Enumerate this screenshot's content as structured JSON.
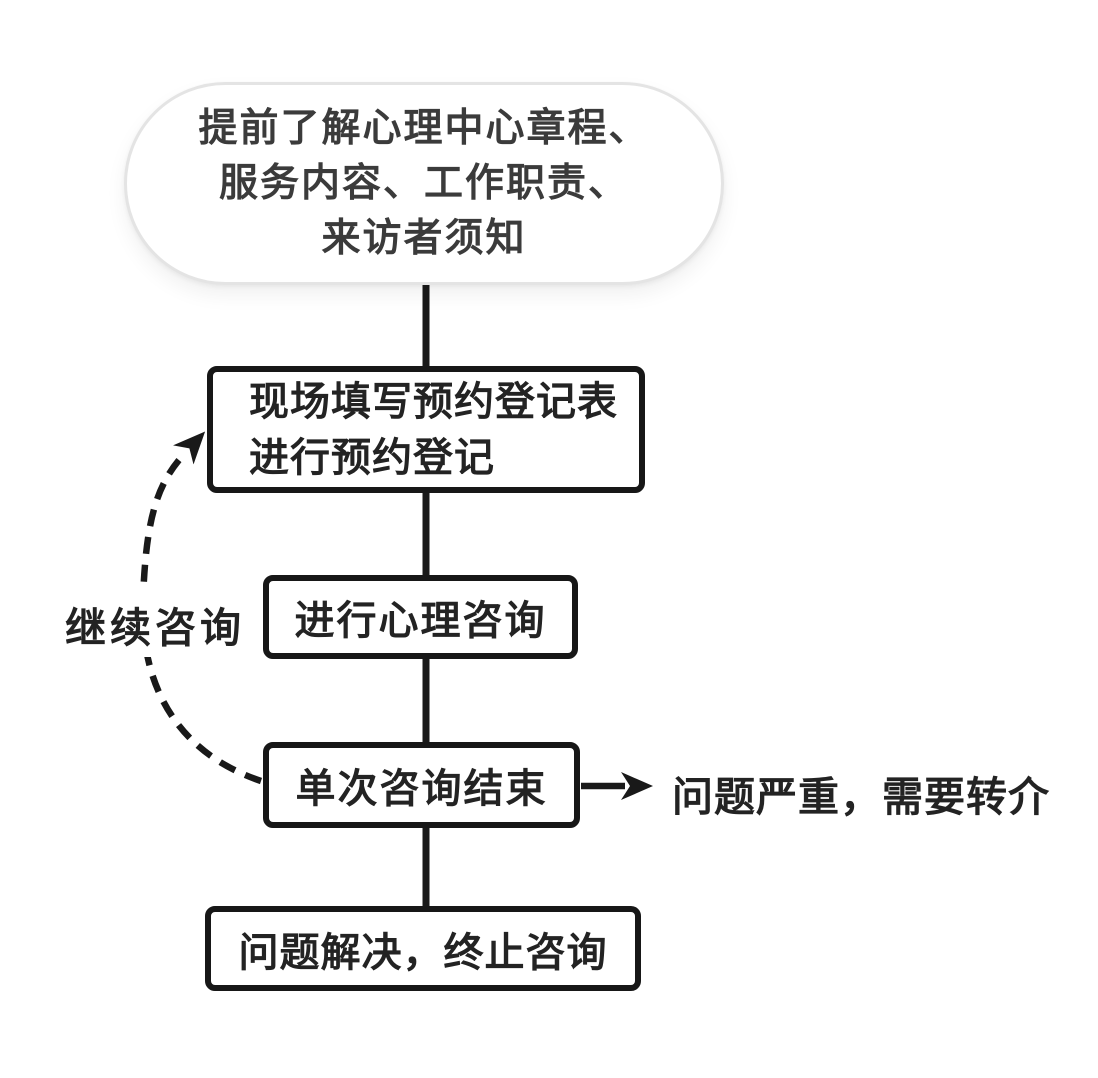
{
  "colors": {
    "line": "#191919",
    "box_border": "#171717",
    "stadium_border": "#e4e4e4",
    "text": "#232323"
  },
  "flowchart": {
    "intro": {
      "lines": [
        "提前了解心理中心章程、",
        "服务内容、工作职责、",
        "来访者须知"
      ]
    },
    "register": {
      "lines": [
        "现场填写预约登记表",
        "进行预约登记"
      ]
    },
    "counseling": {
      "label": "进行心理咨询"
    },
    "session_end": {
      "label": "单次咨询结束"
    },
    "terminate": {
      "label": "问题解决，终止咨询"
    },
    "referral_note": {
      "label": "问题严重，需要转介"
    },
    "loop_note": {
      "label": "继续咨询"
    }
  }
}
